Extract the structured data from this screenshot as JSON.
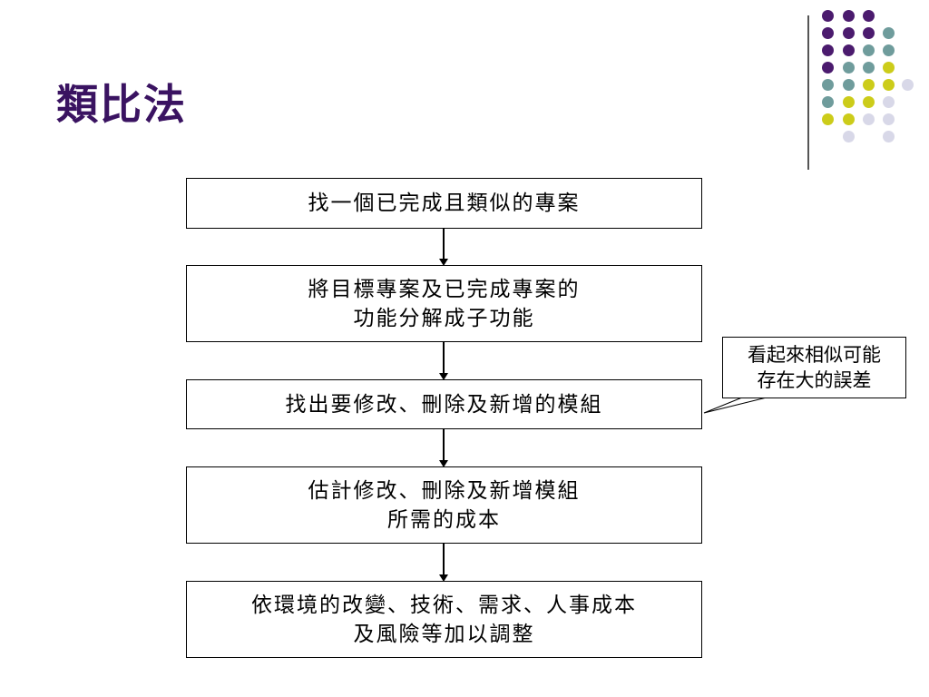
{
  "title": "類比法",
  "flowchart": {
    "steps": [
      {
        "lines": [
          "找一個已完成且類似的專案"
        ]
      },
      {
        "lines": [
          "將目標專案及已完成專案的",
          "功能分解成子功能"
        ]
      },
      {
        "lines": [
          "找出要修改、刪除及新增的模組"
        ]
      },
      {
        "lines": [
          "估計修改、刪除及新增模組",
          "所需的成本"
        ]
      },
      {
        "lines": [
          "依環境的改變、技術、需求、人事成本",
          "及風險等加以調整"
        ]
      }
    ],
    "callout": {
      "lines": [
        "看起來相似可能",
        "存在大的誤差"
      ]
    }
  },
  "decoration": {
    "colors": {
      "purple": "#4b1b6e",
      "teal": "#6f9c9c",
      "yellow": "#cccc1a",
      "lavender": "#d8d8e8",
      "title": "#3a1361"
    }
  }
}
